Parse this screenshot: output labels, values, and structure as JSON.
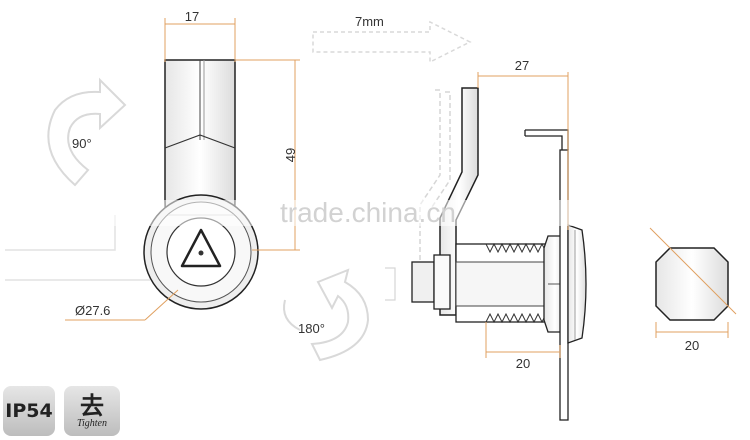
{
  "dimensions": {
    "width_top": "17",
    "height": "49",
    "diameter": "Ø27.6",
    "angle_1": "90°",
    "angle_2": "180°",
    "offset": "7mm",
    "width_side": "27",
    "thread_length": "20",
    "hex_size": "20"
  },
  "watermark": "trade.china.cn",
  "badges": {
    "ip_rating": "IP54",
    "tighten_glyph": "去",
    "tighten_label": "Tighten"
  },
  "colors": {
    "dimension_line": "#e0a060",
    "outline": "#222222",
    "metal_light": "#f4f4f4",
    "arrow_gray": "#d9d9d9"
  },
  "icons": [
    "rotate-arrow-icon",
    "right-arrow-icon",
    "tighten-icon"
  ]
}
